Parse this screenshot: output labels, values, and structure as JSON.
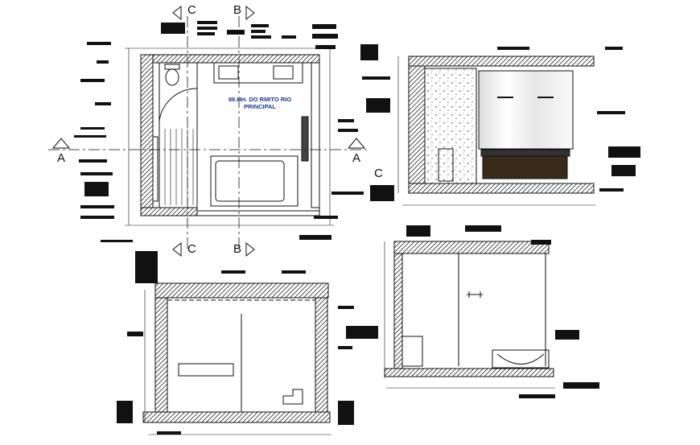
{
  "plan": {
    "title_line1": "88.HH. DO RMITO RIO",
    "title_line2": "PRINCIPAL",
    "title_color": "#1a3a8a"
  },
  "section_markers": {
    "c_top": "C",
    "b_top": "B",
    "a_left": "A",
    "a_right": "A",
    "c_elev": "C",
    "c_bottom": "C",
    "b_bottom": "B"
  }
}
